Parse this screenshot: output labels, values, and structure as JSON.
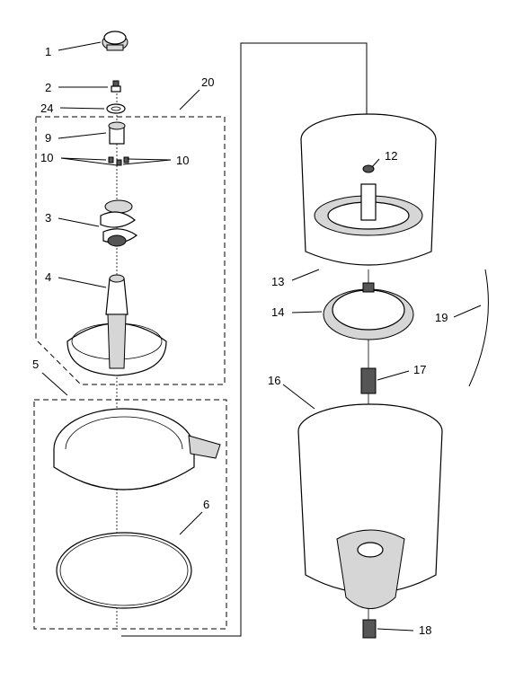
{
  "callouts": [
    {
      "id": "c1",
      "text": "1"
    },
    {
      "id": "c2",
      "text": "2"
    },
    {
      "id": "c24",
      "text": "24"
    },
    {
      "id": "c20",
      "text": "20"
    },
    {
      "id": "c9",
      "text": "9"
    },
    {
      "id": "c10a",
      "text": "10"
    },
    {
      "id": "c10b",
      "text": "10"
    },
    {
      "id": "c3",
      "text": "3"
    },
    {
      "id": "c4",
      "text": "4"
    },
    {
      "id": "c5",
      "text": "5"
    },
    {
      "id": "c6",
      "text": "6"
    },
    {
      "id": "c12",
      "text": "12"
    },
    {
      "id": "c13",
      "text": "13"
    },
    {
      "id": "c14",
      "text": "14"
    },
    {
      "id": "c19",
      "text": "19"
    },
    {
      "id": "c17",
      "text": "17"
    },
    {
      "id": "c16",
      "text": "16"
    },
    {
      "id": "c18",
      "text": "18"
    }
  ]
}
